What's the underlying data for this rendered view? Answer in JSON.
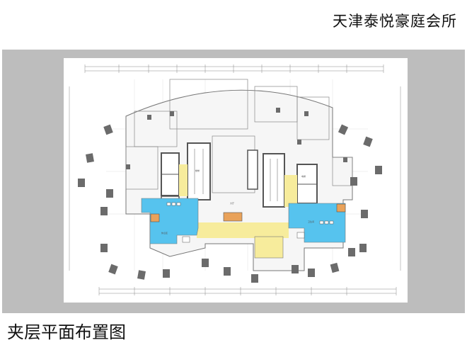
{
  "header": {
    "title": "天津泰悦豪庭会所"
  },
  "caption": {
    "text": "夹层平面布置图"
  },
  "colors": {
    "band": "#bdbdbd",
    "blue_zone": "#56c3ee",
    "yellow_zone": "#f7ec9c",
    "orange_room": "#e9a25a",
    "column": "#6b6b6b",
    "wall": "#777777",
    "grid_line": "#cccccc"
  },
  "plan": {
    "room_labels": [
      "大厅",
      "休息区",
      "卫生间",
      "楼梯",
      "电梯"
    ]
  }
}
